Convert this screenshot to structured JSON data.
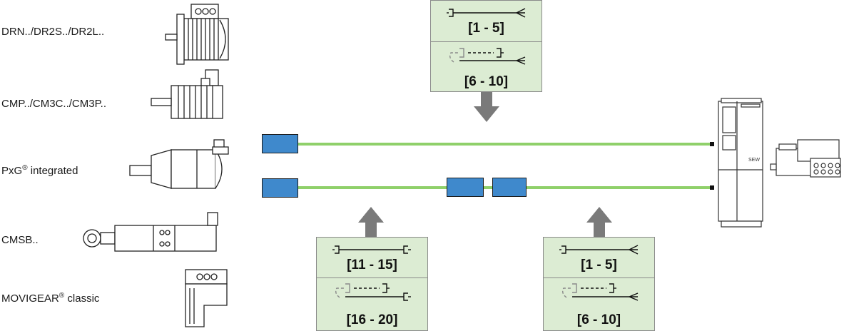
{
  "motors": [
    {
      "label": "DRN../DR2S../DR2L..",
      "icon": "drn-motor-icon"
    },
    {
      "label": "CMP../CM3C../CM3P..",
      "icon": "cmp-motor-icon"
    },
    {
      "label": "PxG",
      "sup": "®",
      "suffix": " integrated",
      "icon": "pxg-motor-icon"
    },
    {
      "label": "CMSB..",
      "icon": "cmsb-motor-icon"
    },
    {
      "label": "MOVIGEAR",
      "sup": "®",
      "suffix": " classic",
      "icon": "movigear-icon"
    }
  ],
  "panels": {
    "top": {
      "range_a": "[1 - 5]",
      "range_b": "[6 - 10]"
    },
    "bottom_left": {
      "range_a": "[11 - 15]",
      "range_b": "[16 - 20]"
    },
    "bottom_right": {
      "range_a": "[1 - 5]",
      "range_b": "[6 - 10]"
    }
  },
  "colors": {
    "cable": "#8fd06a",
    "connector": "#3f89cc",
    "panel": "#dcecd3",
    "arrow": "#7a7a7a"
  }
}
